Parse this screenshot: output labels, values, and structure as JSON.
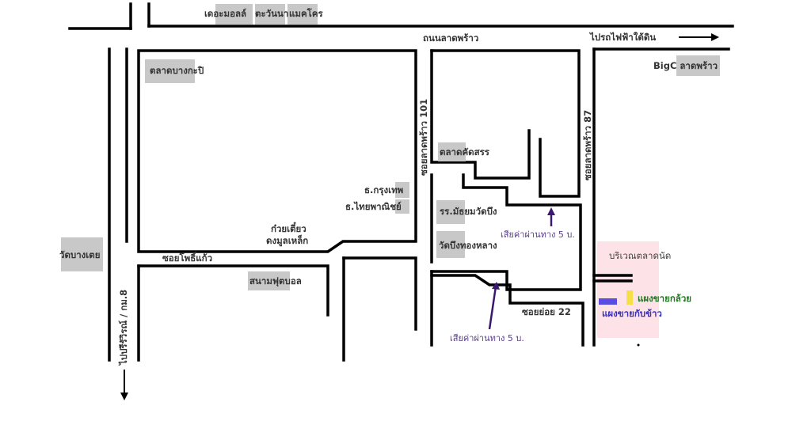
{
  "labels": {
    "mall_1": "เดอะมอลล์",
    "mall_2": "ตะวันนา",
    "mall_3": "แมคโคร",
    "main_road": "ถนนลาดพร้าว",
    "to_mrt": "ไปรถไฟฟ้าใต้ดิน",
    "bigc": "BigC ลาดพร้าว",
    "bangkapi_market": "ตลาดบางกะปิ",
    "soi_101": "ซอยลาดพร้าว 101",
    "soi_87": "ซอยลาดพร้าว 87",
    "kadsan_market": "ตลาดคัดสรร",
    "bangkok_bank": "ธ.กรุงเทพ",
    "kasikorn_bank": "ธ.ไทยพาณิชย์",
    "school": "รร.มัธยมวัดบึง",
    "noodle_line1": "ก๋วยเตี๋ยว",
    "noodle_line2": "ดงมูลเหล็ก",
    "wat_buengthonglang": "วัดบึงทองหลาง",
    "toll_upper": "เสียค่าผ่านทาง 5 บ.",
    "toll_lower": "เสียค่าผ่านทาง 5 บ.",
    "soi_yoi_22": "ซอยย่อย 22",
    "market_area": "บริเวณตลาดนัด",
    "banana_stall": "แผงขายกล้วย",
    "food_stall": "แผงขายกับข้าว",
    "wat_bangdei": "วัดบางเตย",
    "soi_phokaew": "ซอยโพธิ์แก้ว",
    "football_field": "สนามฟุตบอล",
    "to_seri": "ไปปรีรัวิรณ์ / กม.8"
  },
  "colors": {
    "road": "#000000",
    "label_box": "#c8c8c8",
    "market_zone": "#fde3e8",
    "arrow": "#3a1870",
    "toll_text": "#5a3d8c",
    "banana_marker": "#f5e04a",
    "banana_text": "#1f7a1f",
    "food_marker": "#5a4ee0",
    "food_text": "#3a2fb8"
  }
}
